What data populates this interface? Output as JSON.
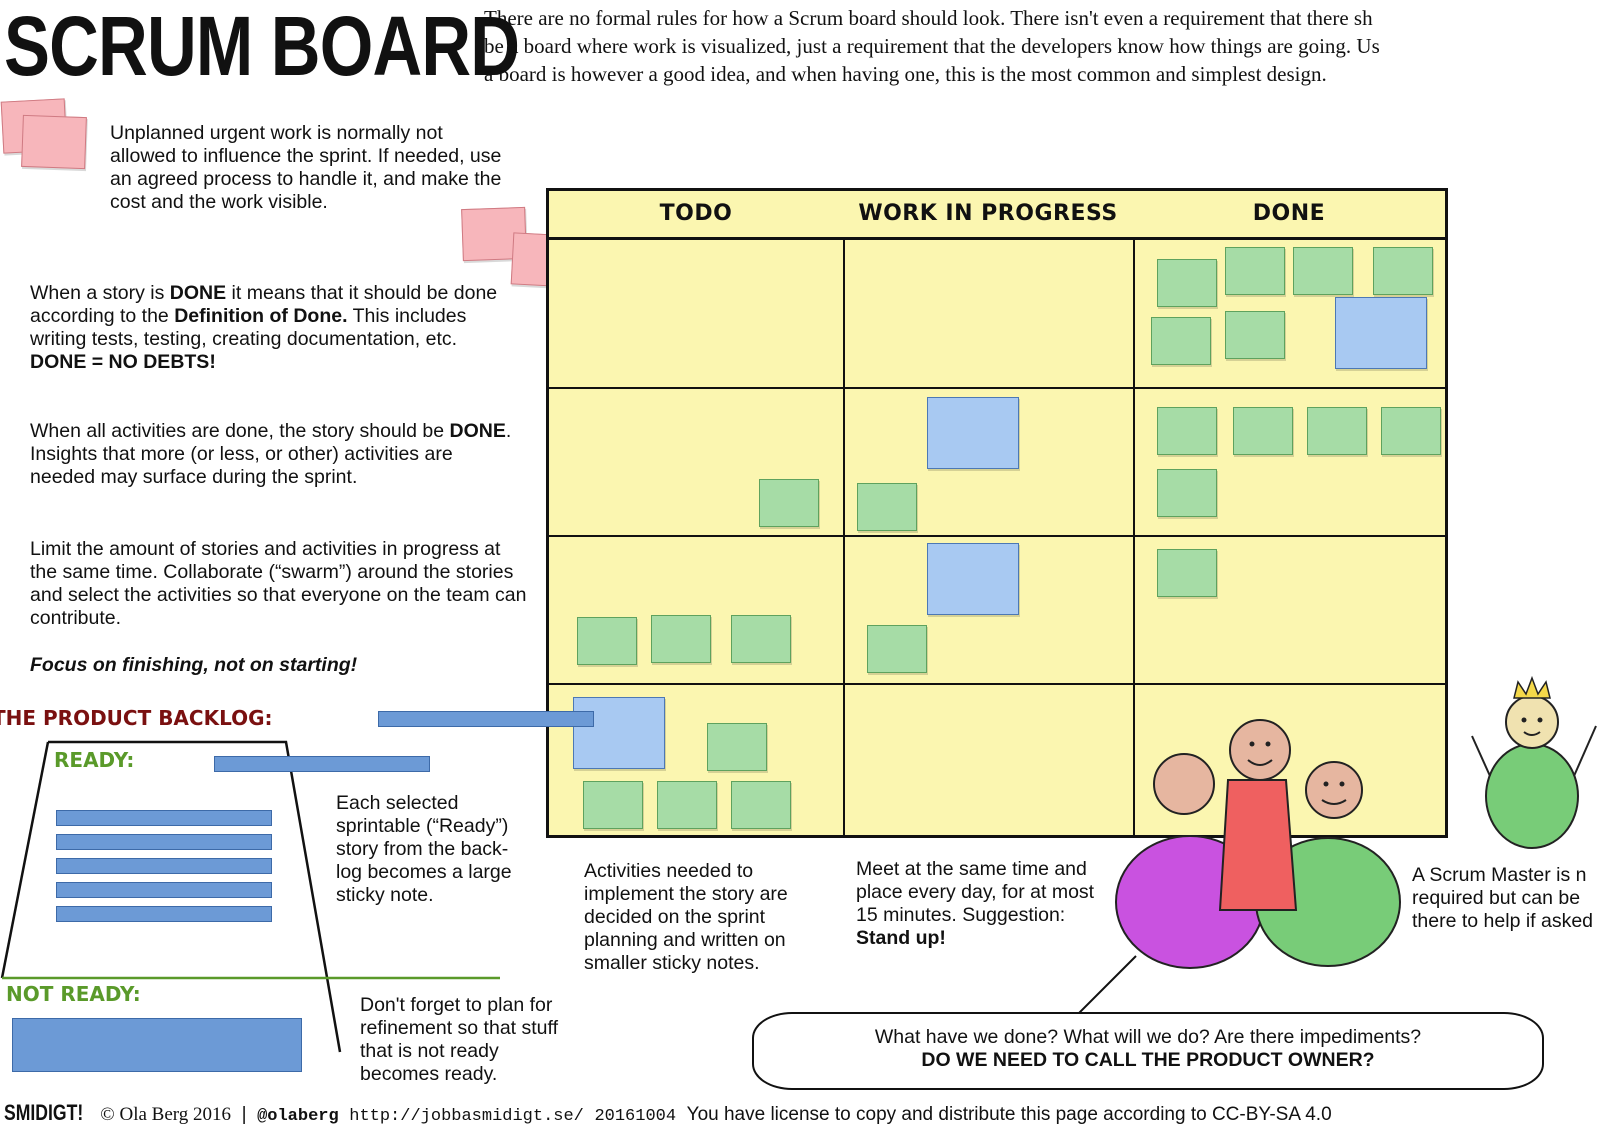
{
  "header": {
    "title": "SCRUM BOARD",
    "intro": "There are no formal rules for how a Scrum board should look. There isn't even a requirement that there sh\nbe a board where work is visualized, just a requirement that the developers know how things are going. Us\na board is however a good idea, and when having one, this is the most common and simplest design."
  },
  "notes": {
    "unplanned": "Unplanned urgent work is normally not allowed to influence the sprint. If needed, use an agreed process to handle it, and make the cost and the work visible.",
    "done_1": "When a story is ",
    "done_2": "DONE",
    "done_3": " it means that it should be done according to the ",
    "done_4": "Definition of Done.",
    "done_5": " This includes writing tests, testing, creating documentation, etc. ",
    "done_6": "DONE = NO DEBTS!",
    "activities_1": "When all activities are done, the story should be ",
    "activities_2": "DONE",
    "activities_3": ". Insights that more (or less, or other) activities are needed may surface during the sprint.",
    "limit": "Limit the amount of stories and activities in progress at the same time. Collaborate (“swarm”) around the stories and select the activities so that everyone on the team can contribute.",
    "focus": "Focus on finishing, not on starting!",
    "selected": "Each selected sprintable (“Ready”) story from the back- log becomes a large sticky note.",
    "refine": "Don't forget to plan for refinement so that stuff that is not ready becomes ready.",
    "activities_below": "Activities needed to implement the story are decided on the sprint planning and written on smaller sticky notes.",
    "meet_1": "Meet at the same time and place every day, for at most 15 minutes. Suggestion: ",
    "meet_2": "Stand up!",
    "scrum_master": "A Scrum Master is n required but can be there to help if asked"
  },
  "board": {
    "columns": [
      "TODO",
      "WORK IN PROGRESS",
      "DONE"
    ]
  },
  "backlog": {
    "title": "THE PRODUCT BACKLOG:",
    "ready": "READY:",
    "not_ready": "NOT READY:"
  },
  "bubble": {
    "line1": "What have we done? What will we do? Are there impediments?",
    "line2": "DO WE NEED TO CALL THE PRODUCT OWNER?"
  },
  "footer": {
    "brand": "SMIDIGT!",
    "copyright": "© Ola Berg 2016",
    "sep": "|",
    "handle": "@olaberg",
    "url": "http://jobbasmidigt.se/",
    "date": "20161004",
    "license": "You have license to copy and distribute this page according to CC-BY-SA 4.0"
  },
  "colors": {
    "board": "#fbf6b0",
    "sticky_green": "#a6dca6",
    "sticky_blue": "#a8c9f2",
    "sticky_pink": "#f7b6bb",
    "backlog_title": "#7a1010",
    "ready_green": "#5a9a2a"
  }
}
